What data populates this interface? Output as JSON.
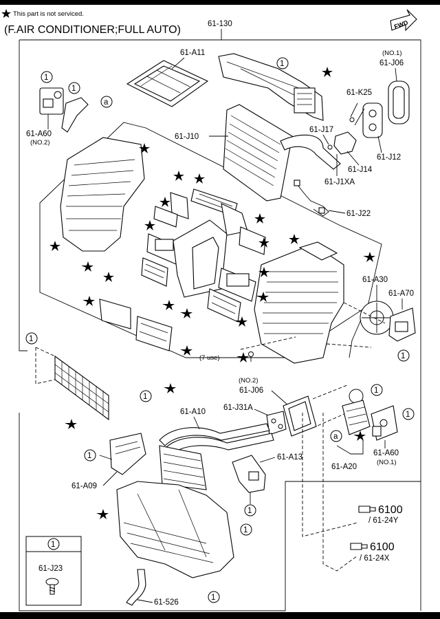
{
  "header": {
    "note": "This part is not serviced.",
    "subtitle": "(F.AIR CONDITIONER;FULL AUTO)",
    "fwd": "FWD",
    "main_part": "61-130"
  },
  "callouts": {
    "one": "1",
    "a": "a"
  },
  "labels": {
    "a11": "61-A11",
    "no1_top": "(NO.1)",
    "j06_top": "61-J06",
    "k25": "61-K25",
    "a60_left": "61-A60",
    "no2_left": "(NO.2)",
    "j10": "61-J10",
    "j17": "61-J17",
    "j12": "61-J12",
    "j14": "61-J14",
    "j1xa": "61-J1XA",
    "j22": "61-J22",
    "a30": "61-A30",
    "a70": "61-A70",
    "use7": "(7 use)",
    "no2_mid": "(NO.2)",
    "j06_mid": "61-J06",
    "a10": "61-A10",
    "j31a": "61-J31A",
    "a13": "61-A13",
    "a09": "61-A09",
    "a20": "61-A20",
    "a60_right": "61-A60",
    "no1_right": "(NO.1)",
    "ref1_num": "6100",
    "ref1_sub": "/ 61-24Y",
    "ref2_num": "6100",
    "ref2_sub": "/ 61-24X",
    "legend_part": "61-J23",
    "p526": "61-526"
  }
}
